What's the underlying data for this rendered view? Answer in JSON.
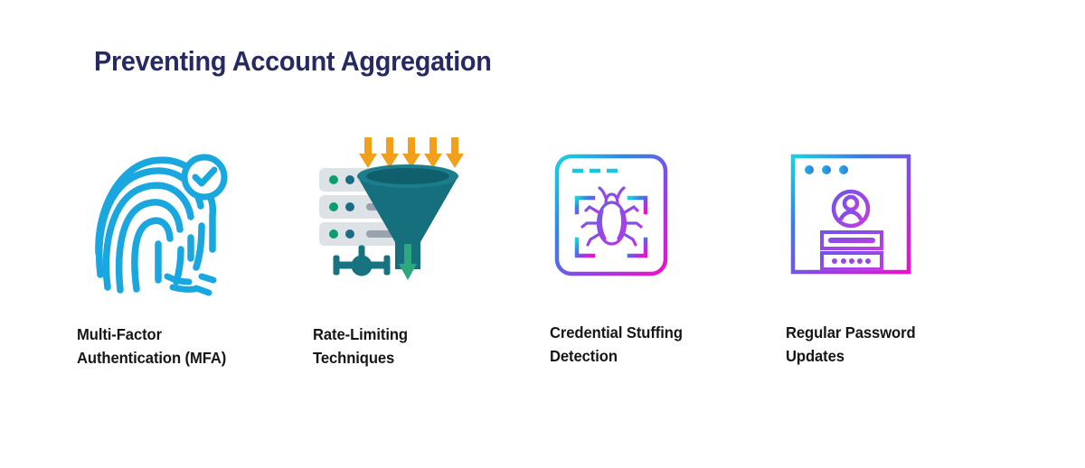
{
  "page": {
    "title": "Preventing Account Aggregation",
    "background_color": "#ffffff",
    "title_color": "#262a63",
    "label_color": "#161616"
  },
  "palette": {
    "fingerprint_blue": "#1aa7e0",
    "funnel_teal": "#166f7d",
    "arrow_orange": "#f0a01a",
    "arrow_green": "#2da87e",
    "server_gray": "#dde2e7",
    "server_dot_green": "#0a9d6e",
    "server_dot_blue": "#1c6b85",
    "gradient_cyan": "#17d3e0",
    "gradient_blue": "#2f86e8",
    "gradient_purple": "#8b45e8",
    "gradient_magenta": "#f010c8"
  },
  "cards": [
    {
      "id": "multi-factor-authentication",
      "icon": "fingerprint-check-icon",
      "label_line1": "Multi-Factor",
      "label_line2": "Authentication (MFA)"
    },
    {
      "id": "rate-limiting-techniques",
      "icon": "funnel-server-throttle-icon",
      "label_line1": "Rate-Limiting",
      "label_line2": "Techniques"
    },
    {
      "id": "credential-stuffing-detection",
      "icon": "browser-bug-scan-icon",
      "label_line1": "Credential Stuffing",
      "label_line2": "Detection"
    },
    {
      "id": "regular-password-updates",
      "icon": "login-window-icon",
      "label_line1": "Regular Password",
      "label_line2": "Updates"
    }
  ]
}
